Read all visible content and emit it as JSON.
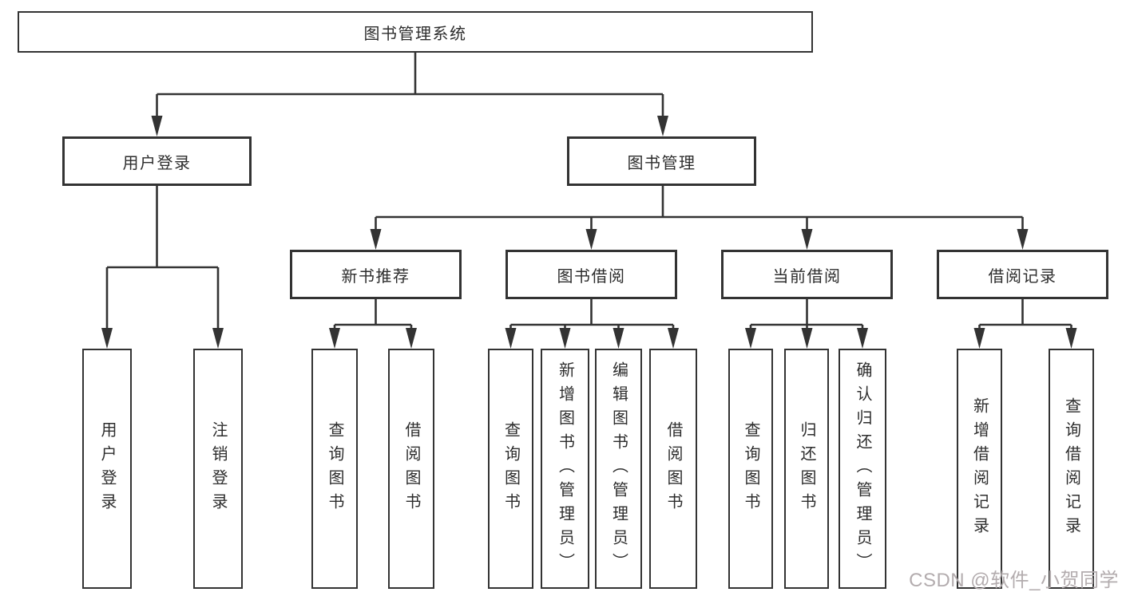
{
  "colors": {
    "line": "#333333",
    "text": "#2d2d2d",
    "box-bg": "#ffffff",
    "watermark": "#b3acae"
  },
  "diagram": {
    "root": {
      "label": "图书管理系统"
    },
    "branches": [
      {
        "label": "用户登录",
        "children": [
          {
            "label": "用户登录"
          },
          {
            "label": "注销登录"
          }
        ]
      },
      {
        "label": "图书管理",
        "sections": [
          {
            "label": "新书推荐",
            "children": [
              {
                "label": "查询图书"
              },
              {
                "label": "借阅图书"
              }
            ]
          },
          {
            "label": "图书借阅",
            "children": [
              {
                "label": "查询图书"
              },
              {
                "label": "新增图书（管理员）"
              },
              {
                "label": "编辑图书（管理员）"
              },
              {
                "label": "借阅图书"
              }
            ]
          },
          {
            "label": "当前借阅",
            "children": [
              {
                "label": "查询图书"
              },
              {
                "label": "归还图书"
              },
              {
                "label": "确认归还（管理员）"
              }
            ]
          },
          {
            "label": "借阅记录",
            "children": [
              {
                "label": "新增借阅记录"
              },
              {
                "label": "查询借阅记录"
              }
            ]
          }
        ]
      }
    ]
  },
  "watermark": {
    "text": "CSDN @软件_小贺同学"
  }
}
